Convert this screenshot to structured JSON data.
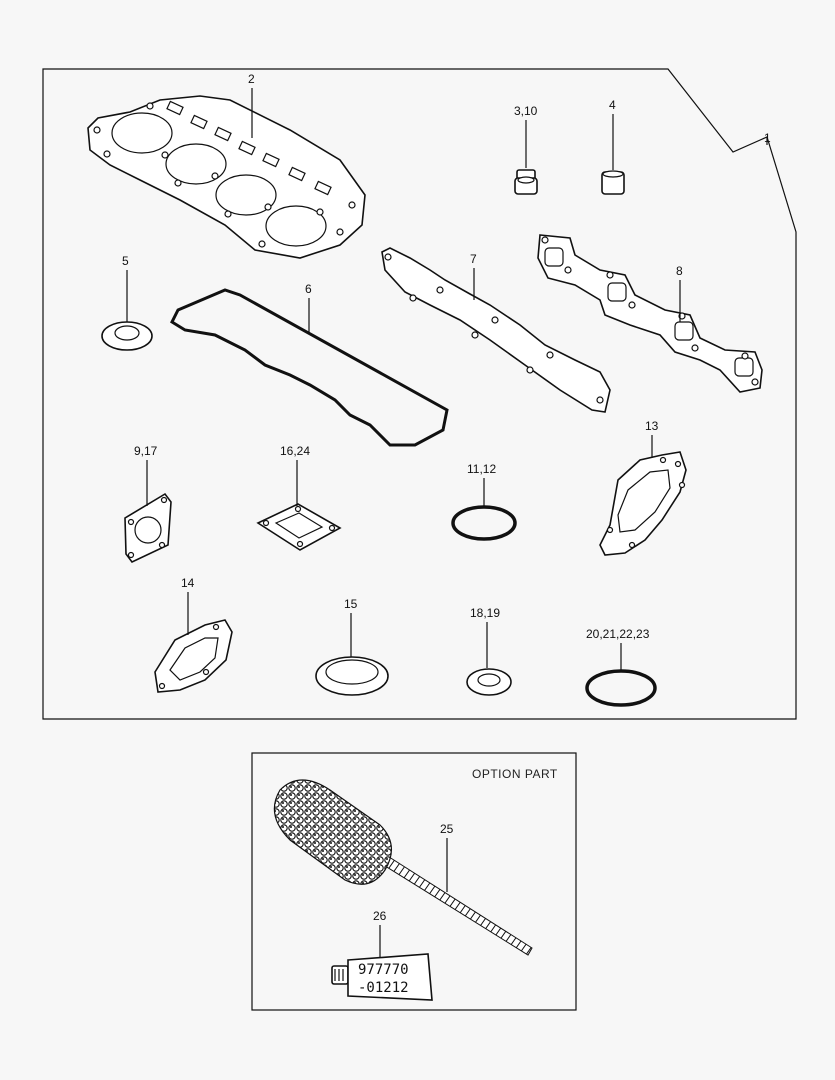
{
  "callouts": {
    "c1": "1",
    "c2": "2",
    "c3_10": "3,10",
    "c4": "4",
    "c5": "5",
    "c6": "6",
    "c7": "7",
    "c8": "8",
    "c9_17": "9,17",
    "c16_24": "16,24",
    "c11_12": "11,12",
    "c13": "13",
    "c14": "14",
    "c15": "15",
    "c18_19": "18,19",
    "c20_23": "20,21,22,23",
    "c25": "25",
    "c26": "26"
  },
  "option_box": {
    "title": "OPTION PART"
  },
  "tube_label": {
    "line1": "977770",
    "line2": "-01212"
  }
}
